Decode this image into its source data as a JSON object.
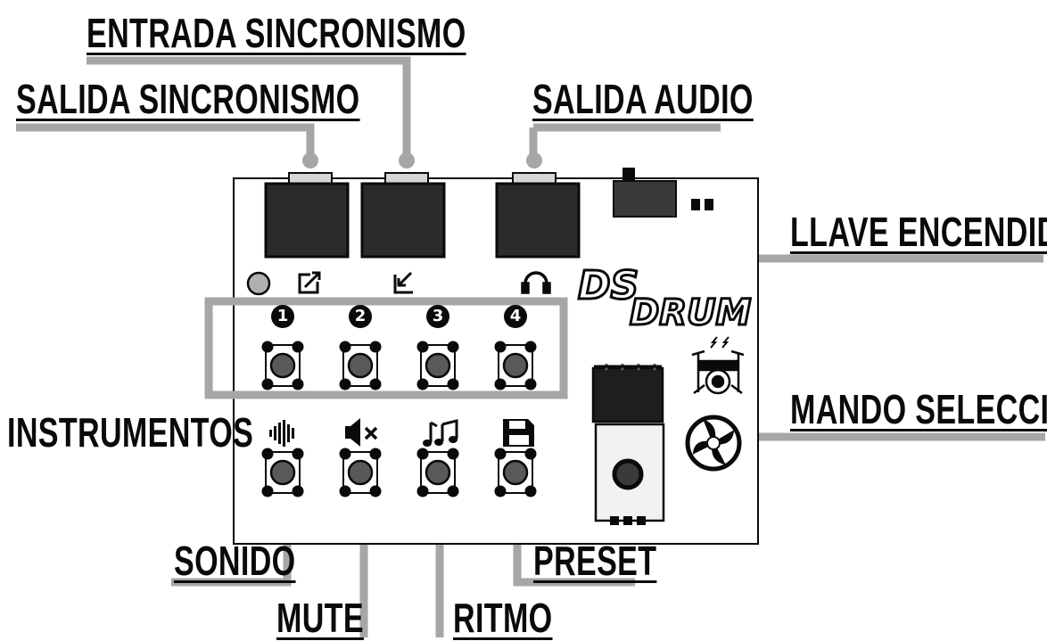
{
  "labels": {
    "entrada_sincronismo": "ENTRADA SINCRONISMO",
    "salida_sincronismo": "SALIDA SINCRONISMO",
    "salida_audio": "SALIDA AUDIO",
    "llave_encendido": "LLAVE ENCENDIDO",
    "instrumentos": "INSTRUMENTOS",
    "mando_seleccion": "MANDO SELECCIÓN",
    "sonido": "SONIDO",
    "mute": "MUTE",
    "ritmo": "RITMO",
    "preset": "PRESET"
  },
  "board": {
    "logo_top": "DS",
    "logo_bottom": "DRUM",
    "button_numbers": [
      "1",
      "2",
      "3",
      "4"
    ]
  },
  "icons": {
    "jack_out": "external-link-icon",
    "jack_in": "arrow-in-icon",
    "audio": "headphones-icon",
    "sound": "waveform-icon",
    "mute": "speaker-mute-icon",
    "rhythm": "music-note-icon",
    "preset": "floppy-disk-icon",
    "drums": "drum-kit-icon",
    "brand": "spiral-logo-icon"
  },
  "colors": {
    "leader": "#a6a6a6",
    "component": "#2b2b2b",
    "outline": "#0a0a0a"
  }
}
